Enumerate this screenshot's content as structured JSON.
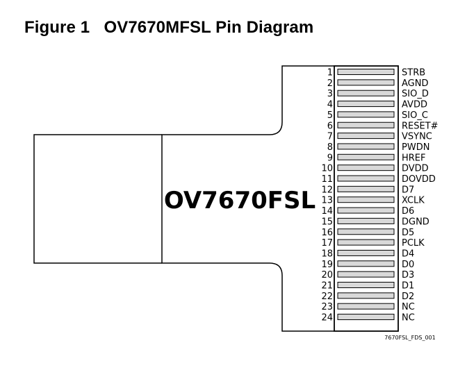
{
  "figure_title": "Figure 1   OV7670MFSL Pin Diagram",
  "chip_label": "OV7670FSL",
  "figure_ref": "7670FSL_FDS_001",
  "pins": [
    {
      "num": "1",
      "name": "STRB"
    },
    {
      "num": "2",
      "name": "AGND"
    },
    {
      "num": "3",
      "name": "SIO_D"
    },
    {
      "num": "4",
      "name": "AVDD"
    },
    {
      "num": "5",
      "name": "SIO_C"
    },
    {
      "num": "6",
      "name": "RESET#"
    },
    {
      "num": "7",
      "name": "VSYNC"
    },
    {
      "num": "8",
      "name": "PWDN"
    },
    {
      "num": "9",
      "name": "HREF"
    },
    {
      "num": "10",
      "name": "DVDD"
    },
    {
      "num": "11",
      "name": "DOVDD"
    },
    {
      "num": "12",
      "name": "D7"
    },
    {
      "num": "13",
      "name": "XCLK"
    },
    {
      "num": "14",
      "name": "D6"
    },
    {
      "num": "15",
      "name": "DGND"
    },
    {
      "num": "16",
      "name": "D5"
    },
    {
      "num": "17",
      "name": "PCLK"
    },
    {
      "num": "18",
      "name": "D4"
    },
    {
      "num": "19",
      "name": "D0"
    },
    {
      "num": "20",
      "name": "D3"
    },
    {
      "num": "21",
      "name": "D1"
    },
    {
      "num": "22",
      "name": "D2"
    },
    {
      "num": "23",
      "name": "NC"
    },
    {
      "num": "24",
      "name": "NC"
    }
  ]
}
